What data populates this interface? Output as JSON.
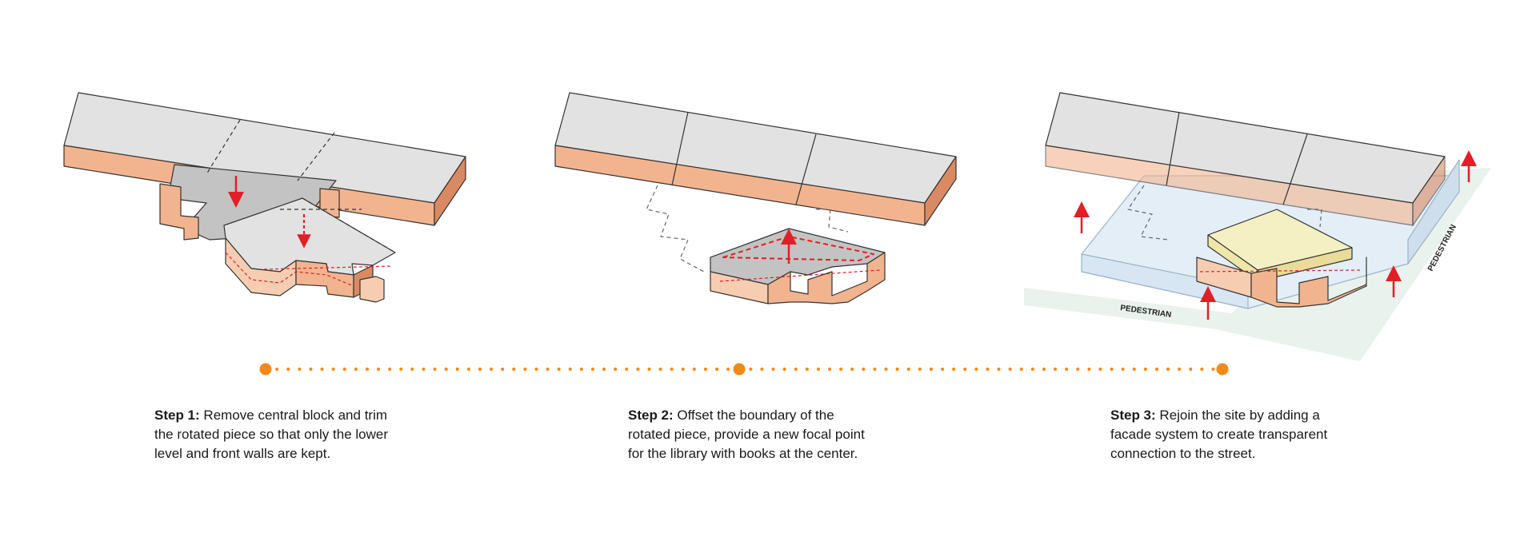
{
  "steps": [
    {
      "label": "Step 1:",
      "text": "Remove central block and trim the rotated piece so that only the lower level and front walls are kept."
    },
    {
      "label": "Step 2:",
      "text": "Offset the boundary of the rotated piece, provide a new focal point for the library with books at the center."
    },
    {
      "label": "Step 3:",
      "text": "Rejoin the site by adding a facade system to create transparent connection to the street."
    }
  ],
  "annotations": {
    "pedestrian_front": "PEDESTRIAN",
    "pedestrian_side": "PEDESTRIAN"
  },
  "colors": {
    "roof": "#e2e2e2",
    "roof_dark": "#c3c3c3",
    "brick": "#f2b48e",
    "brick_light": "#f7cdb2",
    "brick_side": "#d98a63",
    "arrow": "#e21f26",
    "timeline": "#f28a18",
    "glass": "#e3eef7",
    "ground": "#e9f2ec",
    "books": "#f4f0c4",
    "stroke": "#333333"
  },
  "icons": [
    "down-arrow-icon",
    "up-arrow-icon",
    "timeline-dot-icon"
  ]
}
